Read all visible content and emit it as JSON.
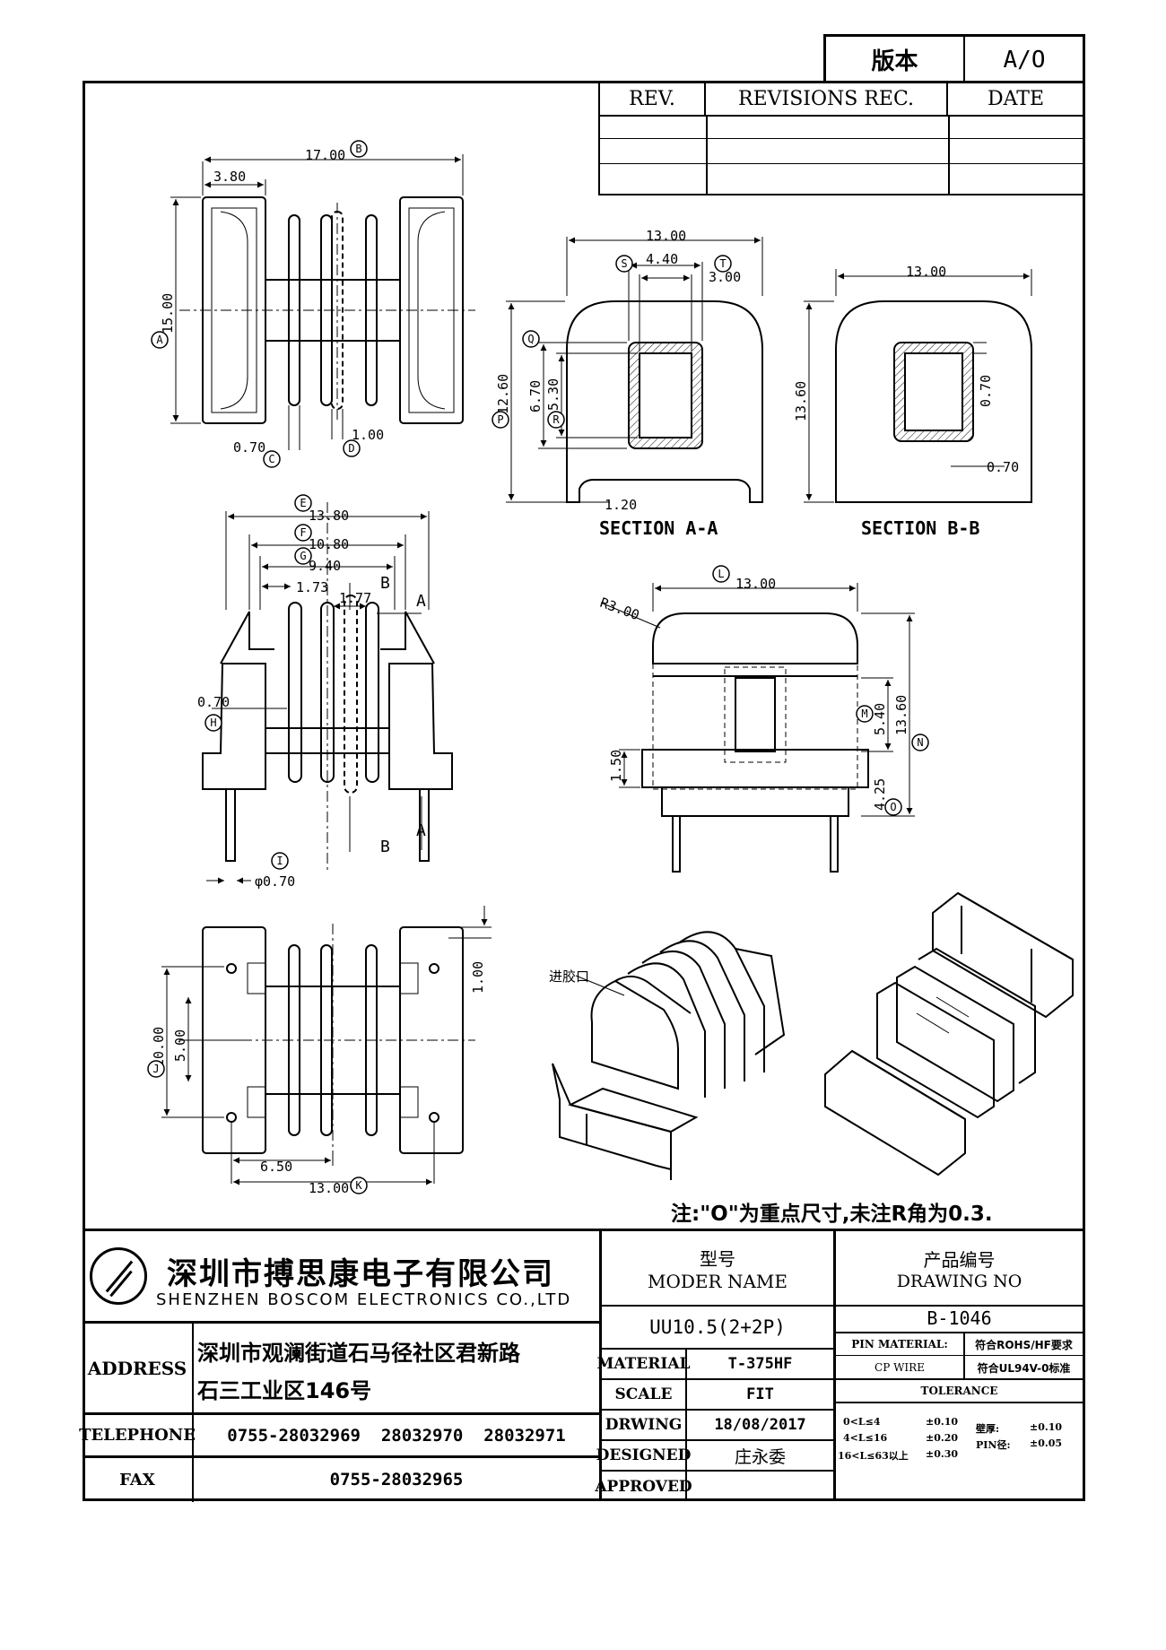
{
  "version_box": {
    "label": "版本",
    "value": "A/O"
  },
  "revisions": {
    "headers": [
      "REV.",
      "REVISIONS REC.",
      "DATE"
    ]
  },
  "views": {
    "top": {
      "dims": [
        "17.00",
        "3.80",
        "15.00",
        "0.70",
        "1.00"
      ]
    },
    "section_aa": {
      "title": "SECTION A-A",
      "dims": [
        "13.00",
        "4.40",
        "3.00",
        "12.60",
        "6.70",
        "5.30",
        "1.20"
      ]
    },
    "section_bb": {
      "title": "SECTION B-B",
      "dims": [
        "13.00",
        "13.60",
        "0.70",
        "0.70"
      ]
    },
    "front": {
      "dims": [
        "13.80",
        "10.80",
        "9.40",
        "1.73",
        "1.77",
        "0.70",
        "φ0.70"
      ],
      "section_marks": [
        "B",
        "A",
        "B",
        "A"
      ]
    },
    "side": {
      "dims": [
        "13.00",
        "5.40",
        "13.60",
        "1.50",
        "4.25"
      ],
      "radius": "R3.00"
    },
    "bottom": {
      "dims": [
        "1.00",
        "10.00",
        "5.00",
        "6.50",
        "13.00"
      ]
    },
    "iso": {
      "gate_label": "进胶口"
    },
    "balloons": [
      "A",
      "B",
      "C",
      "D",
      "E",
      "F",
      "G",
      "H",
      "I",
      "J",
      "K",
      "L",
      "M",
      "N",
      "O",
      "P",
      "Q",
      "R",
      "S",
      "T"
    ]
  },
  "note": "注:\"O\"为重点尺寸,未注R角为0.3.",
  "company": {
    "name_cn": "深圳市搏思康电子有限公司",
    "name_en": "SHENZHEN BOSCOM ELECTRONICS CO.,LTD",
    "address_label": "ADDRESS",
    "address_line1": "深圳市观澜街道石马径社区君新路",
    "address_line2": "石三工业区146号",
    "telephone_label": "TELEPHONE",
    "telephone": "0755-28032969  28032970  28032971",
    "fax_label": "FAX",
    "fax": "0755-28032965"
  },
  "model": {
    "label_cn": "型号",
    "label_en": "MODER NAME",
    "value": "UU10.5(2+2P)",
    "rows": [
      {
        "label": "MATERIAL",
        "value": "T-375HF"
      },
      {
        "label": "SCALE",
        "value": "FIT"
      },
      {
        "label": "DRWING",
        "value": "18/08/2017"
      },
      {
        "label": "DESIGNED",
        "value": "庄永委"
      },
      {
        "label": "APPROVED",
        "value": ""
      }
    ]
  },
  "drawing_no": {
    "label_cn": "产品编号",
    "label_en": "DRAWING NO",
    "value": "B-1046",
    "pin_material_label": "PIN MATERIAL:",
    "pin_material_value": "符合ROHS/HF要求",
    "cp_wire_label": "CP WIRE",
    "cp_wire_value": "符合UL94V-0标准",
    "tolerance_label": "TOLERANCE",
    "tolerance_rows": [
      {
        "range": "0<L≤4",
        "tol": "±0.10",
        "extra_label": "壁厚:",
        "extra_tol": "±0.10"
      },
      {
        "range": "4<L≤16",
        "tol": "±0.20",
        "extra_label": "PIN径:",
        "extra_tol": "±0.05"
      },
      {
        "range": "16<L≤63以上",
        "tol": "±0.30",
        "extra_label": "",
        "extra_tol": ""
      }
    ]
  }
}
